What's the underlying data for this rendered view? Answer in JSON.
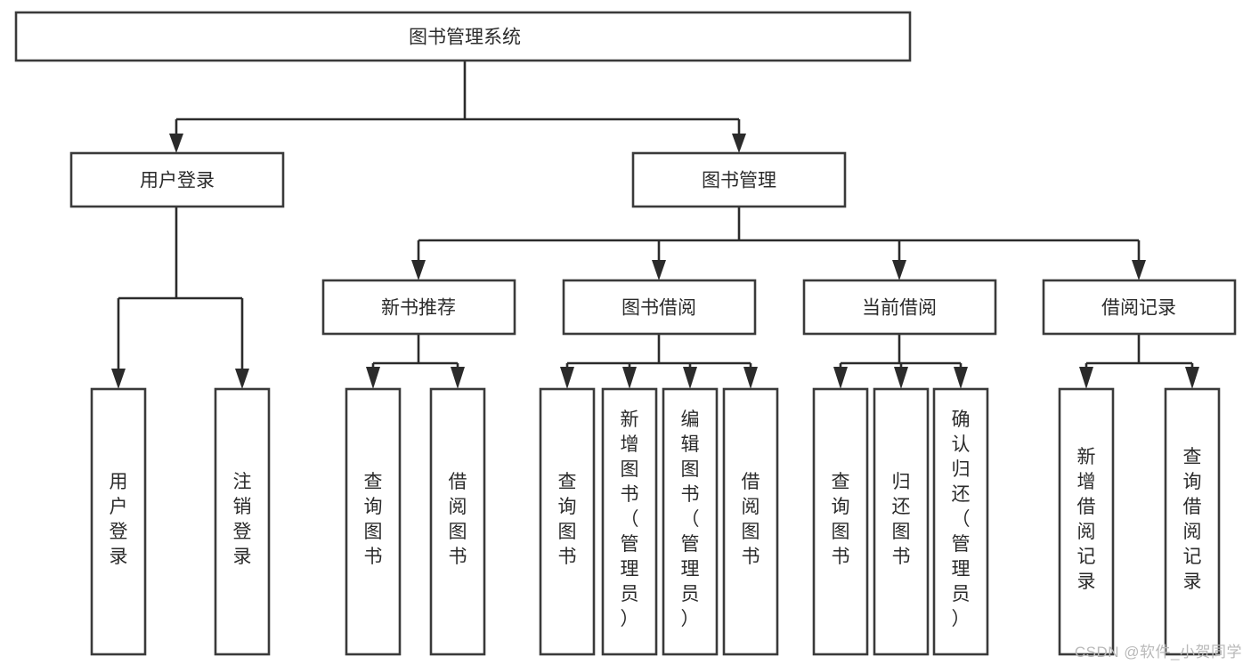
{
  "diagram": {
    "title": "图书管理系统",
    "type": "hierarchy-tree",
    "watermark": "CSDN @软件_小贺同学",
    "colors": {
      "box_stroke": "#3a3a3a",
      "connector": "#2b2b2b",
      "box_fill": "#ffffff",
      "text": "#2b2b2b",
      "watermark": "#b9b9b9"
    },
    "levels": {
      "root": {
        "label": "图书管理系统",
        "orientation": "horizontal"
      },
      "level2": [
        {
          "label": "用户登录",
          "orientation": "horizontal"
        },
        {
          "label": "图书管理",
          "orientation": "horizontal"
        }
      ],
      "level3": [
        {
          "label": "新书推荐",
          "orientation": "horizontal",
          "parent": "图书管理"
        },
        {
          "label": "图书借阅",
          "orientation": "horizontal",
          "parent": "图书管理"
        },
        {
          "label": "当前借阅",
          "orientation": "horizontal",
          "parent": "图书管理"
        },
        {
          "label": "借阅记录",
          "orientation": "horizontal",
          "parent": "图书管理"
        }
      ],
      "leaves": [
        {
          "label": "用户登录",
          "orientation": "vertical",
          "parent": "用户登录",
          "lines": [
            "用",
            "户",
            "登",
            "录"
          ]
        },
        {
          "label": "注销登录",
          "orientation": "vertical",
          "parent": "用户登录",
          "lines": [
            "注",
            "销",
            "登",
            "录"
          ]
        },
        {
          "label": "查询图书",
          "orientation": "vertical",
          "parent": "新书推荐",
          "lines": [
            "查",
            "询",
            "图",
            "书"
          ]
        },
        {
          "label": "借阅图书",
          "orientation": "vertical",
          "parent": "新书推荐",
          "lines": [
            "借",
            "阅",
            "图",
            "书"
          ]
        },
        {
          "label": "查询图书",
          "orientation": "vertical",
          "parent": "图书借阅",
          "lines": [
            "查",
            "询",
            "图",
            "书"
          ]
        },
        {
          "label": "新增图书（管理员）",
          "orientation": "vertical",
          "parent": "图书借阅",
          "lines": [
            "新",
            "增",
            "图",
            "书",
            "（",
            "管",
            "理",
            "员",
            "）"
          ]
        },
        {
          "label": "编辑图书（管理员）",
          "orientation": "vertical",
          "parent": "图书借阅",
          "lines": [
            "编",
            "辑",
            "图",
            "书",
            "（",
            "管",
            "理",
            "员",
            "）"
          ]
        },
        {
          "label": "借阅图书",
          "orientation": "vertical",
          "parent": "图书借阅",
          "lines": [
            "借",
            "阅",
            "图",
            "书"
          ]
        },
        {
          "label": "查询图书",
          "orientation": "vertical",
          "parent": "当前借阅",
          "lines": [
            "查",
            "询",
            "图",
            "书"
          ]
        },
        {
          "label": "归还图书",
          "orientation": "vertical",
          "parent": "当前借阅",
          "lines": [
            "归",
            "还",
            "图",
            "书"
          ]
        },
        {
          "label": "确认归还（管理员）",
          "orientation": "vertical",
          "parent": "当前借阅",
          "lines": [
            "确",
            "认",
            "归",
            "还",
            "（",
            "管",
            "理",
            "员",
            "）"
          ]
        },
        {
          "label": "新增借阅记录",
          "orientation": "vertical",
          "parent": "借阅记录",
          "lines": [
            "新",
            "增",
            "借",
            "阅",
            "记",
            "录"
          ]
        },
        {
          "label": "查询借阅记录",
          "orientation": "vertical",
          "parent": "借阅记录",
          "lines": [
            "查",
            "询",
            "借",
            "阅",
            "记",
            "录"
          ]
        }
      ]
    }
  }
}
